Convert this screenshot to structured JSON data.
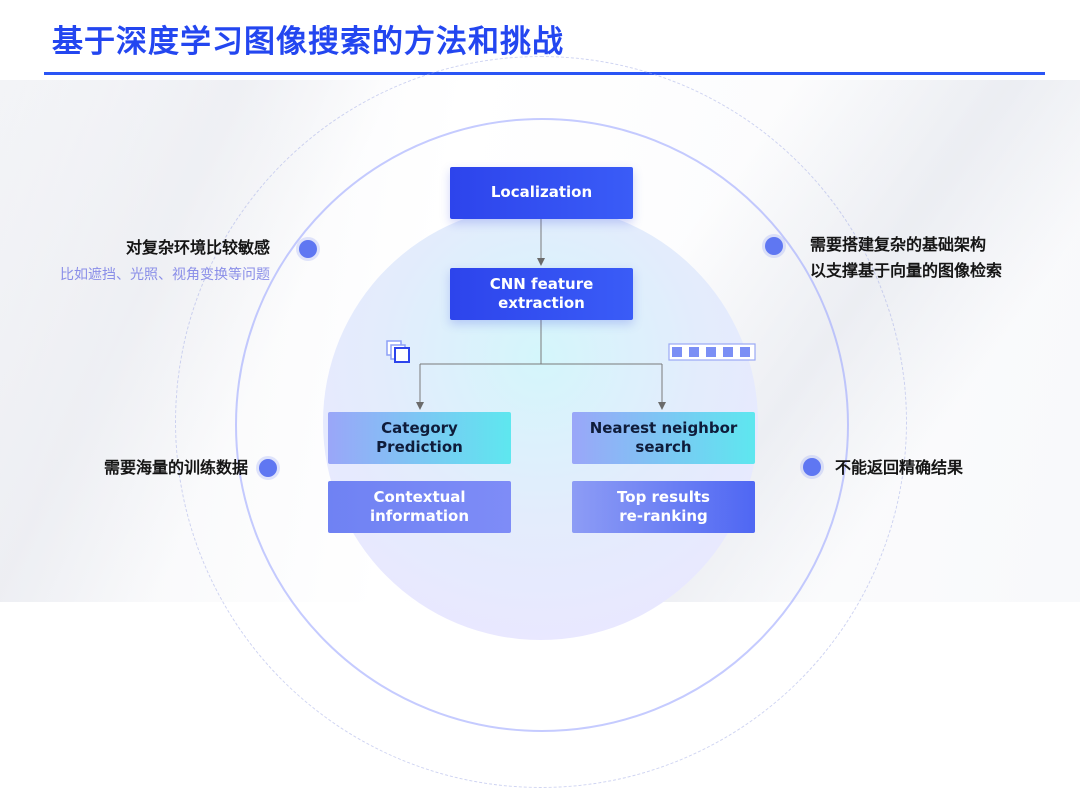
{
  "header": {
    "title": "基于深度学习图像搜索的方法和挑战"
  },
  "flow": {
    "localization": "Localization",
    "cnn_feature_line1": "CNN feature",
    "cnn_feature_line2": "extraction",
    "category_prediction": "Category Prediction",
    "nearest_line1": "Nearest neighbor",
    "nearest_line2": "search",
    "contextual_line1": "Contextual",
    "contextual_line2": "information",
    "top_results_line1": "Top results",
    "top_results_line2": "re-ranking"
  },
  "challenges": {
    "left_top": {
      "title": "对复杂环境比较敏感",
      "subtitle": "比如遮挡、光照、视角变换等问题"
    },
    "left_bottom": {
      "title": "需要海量的训练数据"
    },
    "right_top": {
      "line1": "需要搭建复杂的基础架构",
      "line2": "以支撑基于向量的图像检索"
    },
    "right_bottom": {
      "title": "不能返回精确结果"
    }
  },
  "colors": {
    "accent": "#2346f0",
    "box_blue": "#2d44ec",
    "point": "#5f77f2",
    "subtitle": "#8a8ee8"
  },
  "icons": {
    "left_branch": "stacked-squares-icon",
    "right_branch": "chain-squares-icon"
  }
}
